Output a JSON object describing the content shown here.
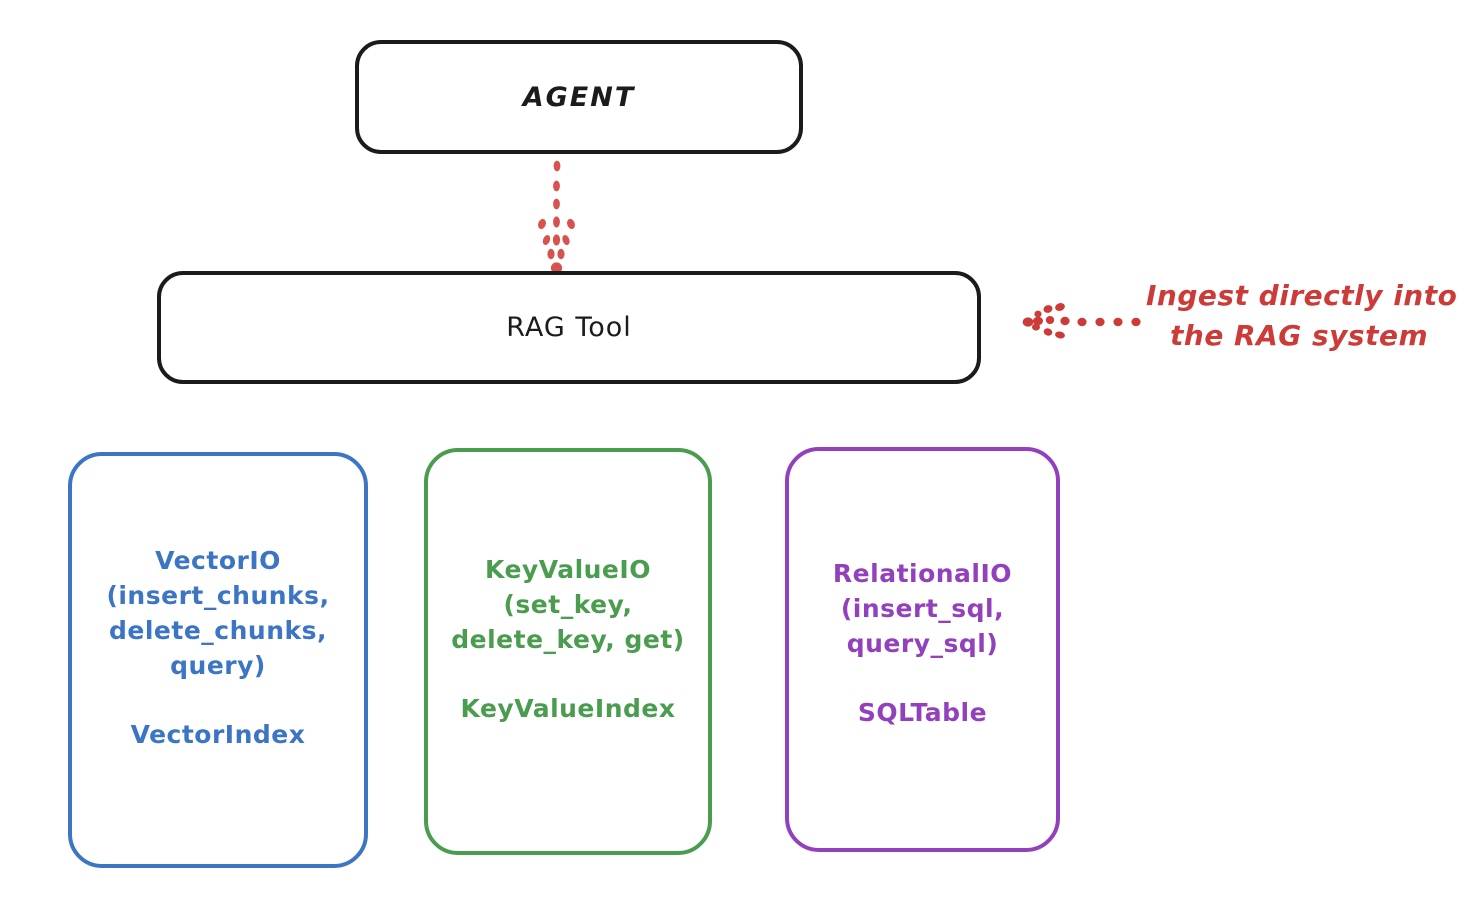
{
  "diagram": {
    "title_node": {
      "label": "AGENT"
    },
    "tool_node": {
      "label": "RAG Tool"
    },
    "annotation": {
      "line1": "Ingest directly into",
      "line2": "the RAG system",
      "color": "#cc3b38",
      "arrow": "dotted-arrow-left-icon"
    },
    "connector": {
      "agent_to_tool": "dotted-arrow-down-icon",
      "color": "#cc3b38"
    },
    "providers": [
      {
        "id": "vectorio",
        "color": "#3b75c3",
        "api_lines": [
          "VectorIO",
          "(insert_chunks,",
          "delete_chunks,",
          "query)"
        ],
        "index_label": "VectorIndex"
      },
      {
        "id": "keyvalueio",
        "color": "#4a9c4e",
        "api_lines": [
          "KeyValueIO",
          "(set_key,",
          "delete_key, get)"
        ],
        "index_label": "KeyValueIndex"
      },
      {
        "id": "relationalio",
        "color": "#9340bd",
        "api_lines": [
          "RelationalIO",
          "(insert_sql,",
          "query_sql)"
        ],
        "index_label": "SQLTable"
      }
    ],
    "background_color": "#ffffff",
    "stroke_color": "#1b1b1b"
  }
}
